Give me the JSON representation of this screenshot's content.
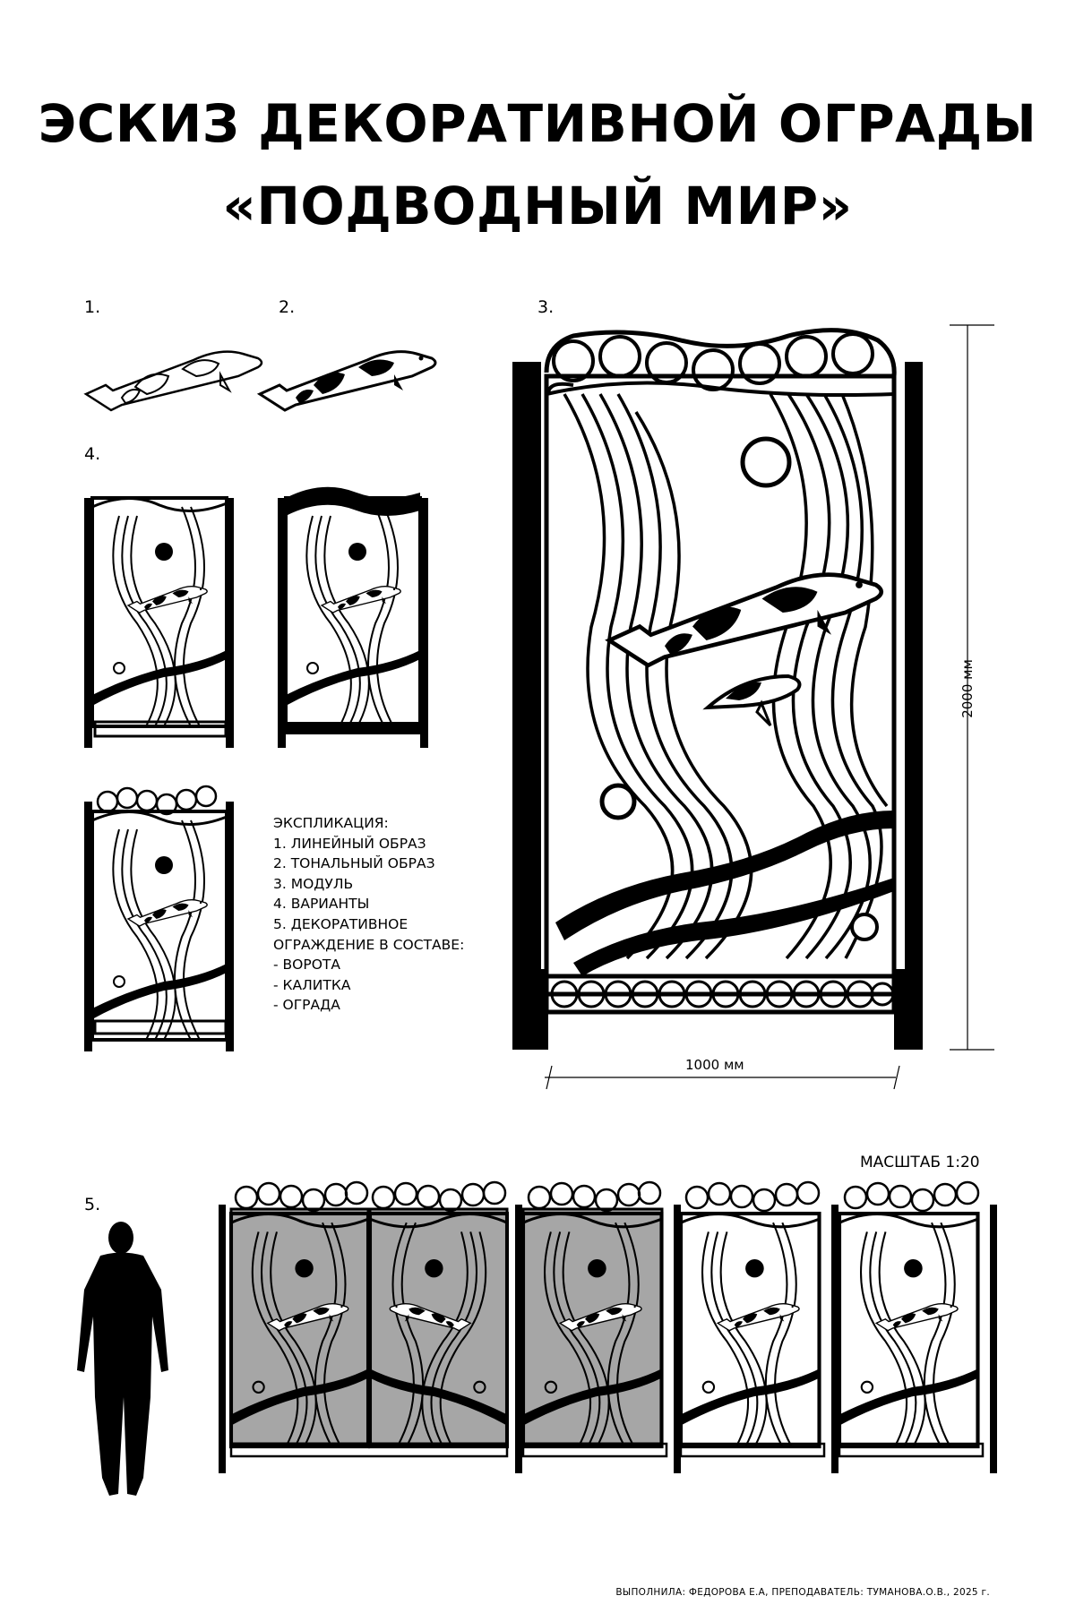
{
  "title": {
    "line1": "ЭСКИЗ ДЕКОРАТИВНОЙ ОГРАДЫ",
    "line2": "«ПОДВОДНЫЙ МИР»"
  },
  "labels": {
    "n1": "1.",
    "n2": "2.",
    "n3": "3.",
    "n4": "4.",
    "n5": "5."
  },
  "explication": {
    "heading": "ЭКСПЛИКАЦИЯ:",
    "items": [
      "1. ЛИНЕЙНЫЙ ОБРАЗ",
      "2. ТОНАЛЬНЫЙ ОБРАЗ",
      "3. МОДУЛЬ",
      "4. ВАРИАНТЫ",
      "5. ДЕКОРАТИВНОЕ",
      "ОГРАЖДЕНИЕ В СОСТАВЕ:",
      "-   ВОРОТА",
      "-   КАЛИТКА",
      "-   ОГРАДА"
    ]
  },
  "dimensions": {
    "height": "2000 мм",
    "width": "1000 мм"
  },
  "scale": "МАСШТАБ 1:20",
  "credits": "ВЫПОЛНИЛА: ФЕДОРОВА Е.А,  ПРЕПОДАВАТЕЛЬ: ТУМАНОВА.О.В.,  2025 г.",
  "colors": {
    "ink": "#000000",
    "paper": "#ffffff",
    "tint": "#a6a6a6"
  }
}
